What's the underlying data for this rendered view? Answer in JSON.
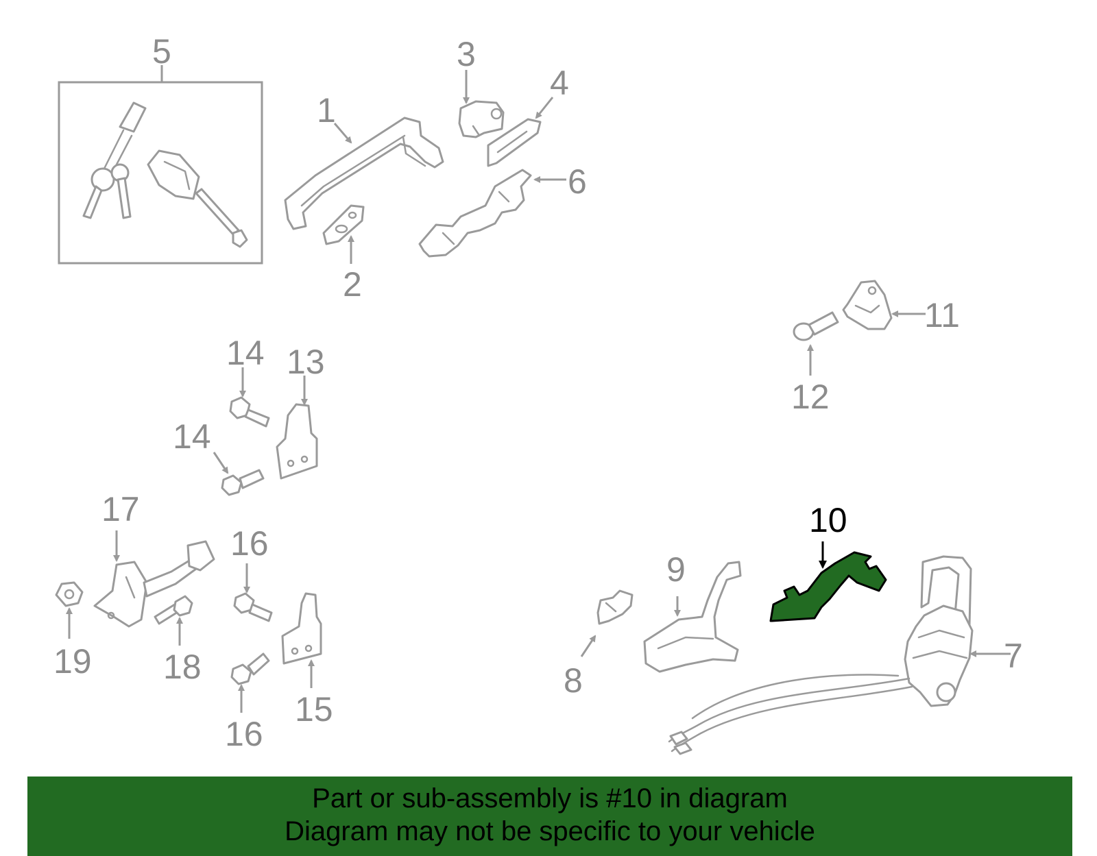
{
  "callouts": {
    "c1": "1",
    "c2": "2",
    "c3": "3",
    "c4": "4",
    "c5": "5",
    "c6": "6",
    "c7": "7",
    "c8": "8",
    "c9": "9",
    "c10": "10",
    "c11": "11",
    "c12": "12",
    "c13": "13",
    "c14a": "14",
    "c14b": "14",
    "c15": "15",
    "c16a": "16",
    "c16b": "16",
    "c17": "17",
    "c18": "18",
    "c19": "19"
  },
  "highlighted_part": "10",
  "colors": {
    "highlight": "#226b22",
    "line_art": "#9a9a9a",
    "banner": "#226b22"
  },
  "banner": {
    "line1": "Part or sub-assembly is #10 in diagram",
    "line2": "Diagram may not be specific to your vehicle"
  }
}
